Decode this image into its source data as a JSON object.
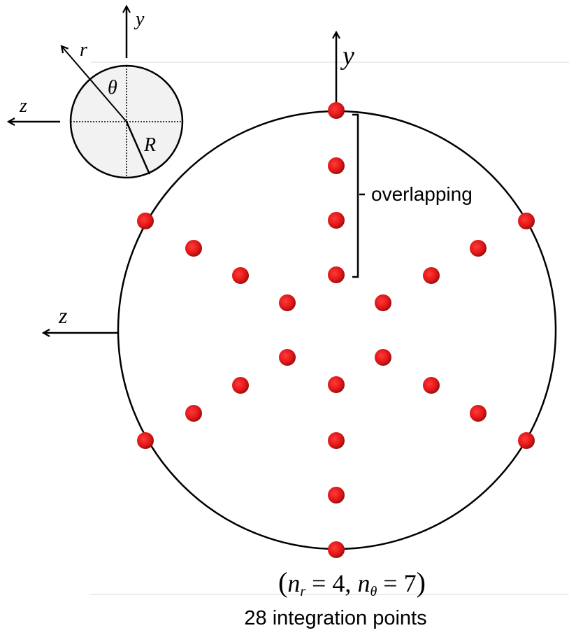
{
  "inset": {
    "axis_y": "y",
    "axis_z": "z",
    "axis_r": "r",
    "angle": "θ",
    "radius": "R"
  },
  "main": {
    "axis_y": "y",
    "axis_z": "z",
    "annotation": "overlapping"
  },
  "caption": {
    "params_open": "(",
    "n_r": "n",
    "n_r_sub": "r",
    "n_r_val": " = 4, ",
    "n_t": "n",
    "n_t_sub": "θ",
    "n_t_val": " = 7",
    "params_close": ")",
    "count": "28 integration points"
  },
  "colors": {
    "point": "#e81a1a",
    "stroke": "#000000",
    "inset_fill": "#f2f2f2"
  }
}
